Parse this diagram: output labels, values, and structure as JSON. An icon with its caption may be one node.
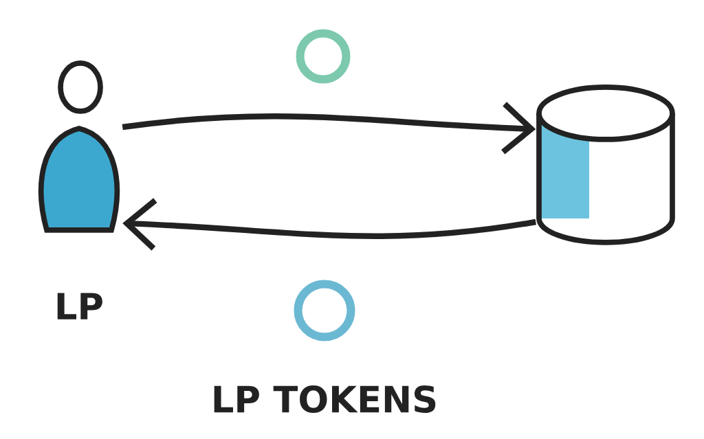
{
  "diagram": {
    "nodes": [
      {
        "text": [
          "LP"
        ]
      },
      {
        "text": [],
        "shape": "cylinder"
      },
      {
        "text": [],
        "shape": "circle"
      },
      {
        "text": [],
        "shape": "circle",
        "beside": [
          "LP TOKENS"
        ]
      }
    ],
    "edges": [
      {
        "from": 0,
        "to": 1,
        "arrow": "to"
      },
      {
        "from": 1,
        "to": 0,
        "arrow": "to"
      }
    ]
  }
}
